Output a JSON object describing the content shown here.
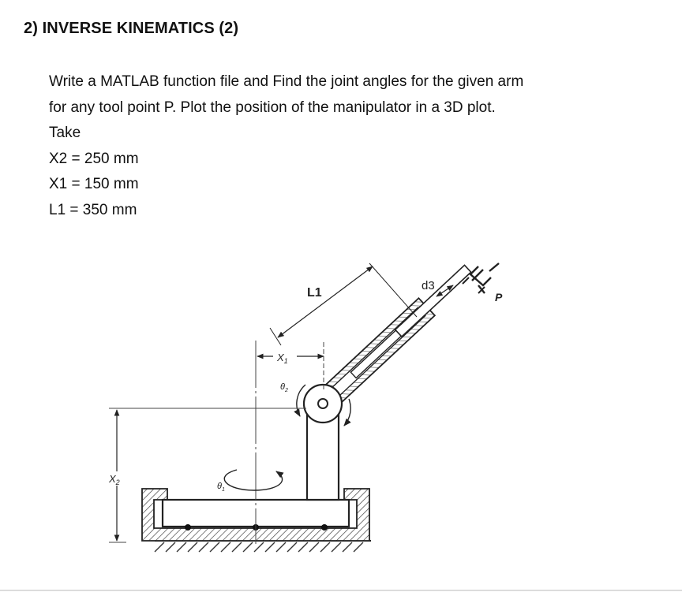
{
  "heading": "2)  INVERSE KINEMATICS (2)",
  "lines": [
    "Write a MATLAB function file and Find the joint angles for the given arm",
    "for any tool point P. Plot the position of the manipulator in a 3D plot.",
    "Take",
    "X2 = 250 mm",
    "X1 = 150 mm",
    "L1 = 350 mm"
  ],
  "figure": {
    "label_L1": "L1",
    "label_d3": "d3",
    "label_P": "P",
    "label_x1": "X",
    "label_x1_sub": "1",
    "label_x2": "X",
    "label_x2_sub": "2",
    "label_theta1": "θ",
    "label_theta1_sub": "1",
    "label_theta2": "θ",
    "label_theta2_sub": "2"
  }
}
